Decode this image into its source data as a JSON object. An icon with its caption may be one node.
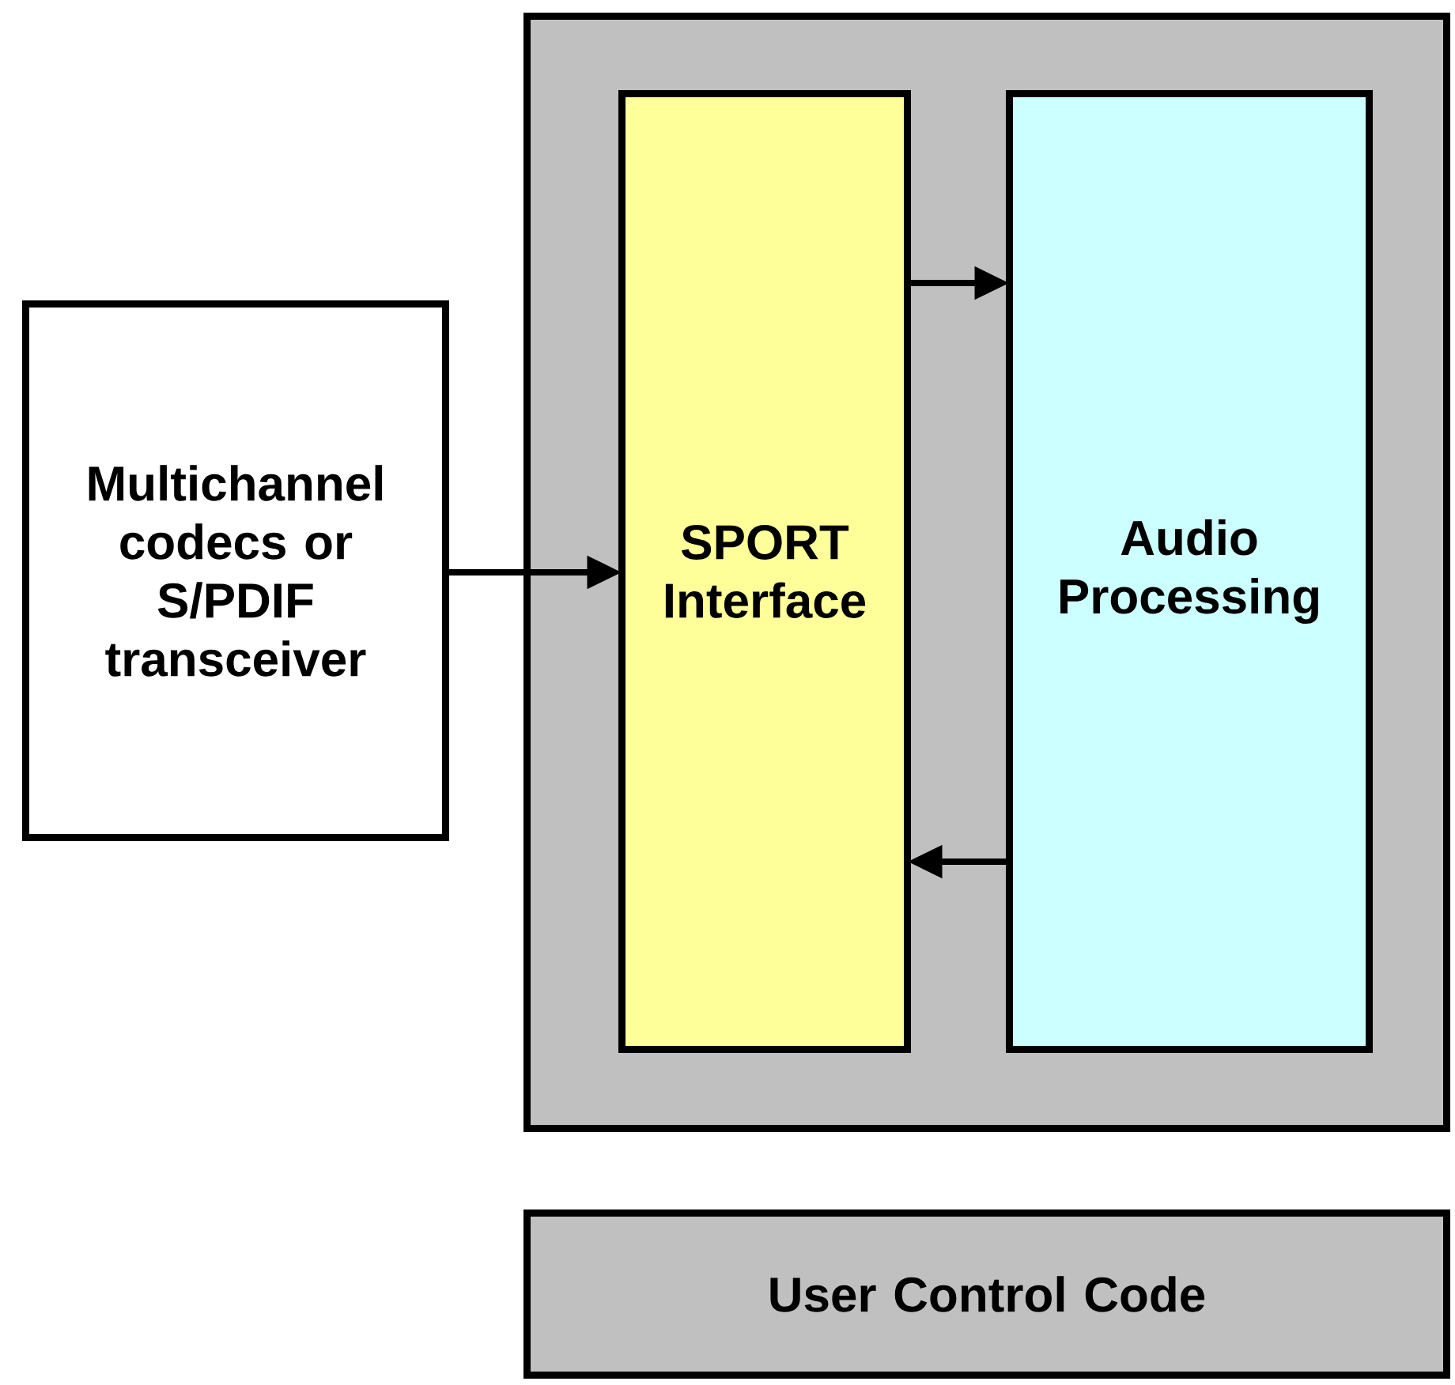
{
  "diagram": {
    "nodes": [
      {
        "text": [
          "Multichannel codecs or S/PDIF transceiver"
        ]
      },
      {
        "text": [],
        "shape": "box"
      },
      {
        "text": [
          "SPORT Interface"
        ],
        "in": 1
      },
      {
        "text": [
          "Audio Processing"
        ],
        "in": 1
      },
      {
        "text": [
          "User Control Code"
        ]
      }
    ],
    "edges": [
      {
        "from": 0,
        "to": 2,
        "arrow": "to"
      },
      {
        "from": 2,
        "to": 3,
        "arrow": "to"
      },
      {
        "from": 3,
        "to": 2,
        "arrow": "to"
      }
    ]
  }
}
